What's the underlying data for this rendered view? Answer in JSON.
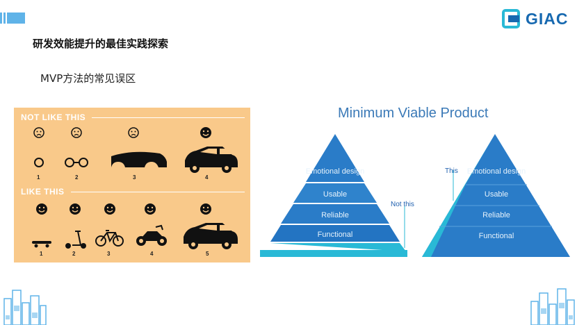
{
  "header": {
    "logo_text": "GIAC",
    "page_title": "研发效能提升的最佳实践探索",
    "subtitle": "MVP方法的常见误区"
  },
  "left_figure": {
    "not_like_this_label": "NOT LIKE THIS",
    "like_this_label": "LIKE THIS",
    "not_like_this_numbers": [
      "1",
      "2",
      "3",
      "4"
    ],
    "like_this_numbers": [
      "1",
      "2",
      "3",
      "4",
      "5"
    ],
    "colors": {
      "background": "#f9c98a",
      "icons": "#111111"
    }
  },
  "right_figure": {
    "title": "Minimum Viable Product",
    "left_pyramid_layers": [
      "Emotional design",
      "Usable",
      "Reliable",
      "Functional"
    ],
    "right_pyramid_layers": [
      "Emotional design",
      "Usable",
      "Reliable",
      "Functional"
    ],
    "not_this_label": "Not this",
    "this_label": "This",
    "colors": {
      "dark_blue": "#1e5fae",
      "mid_blue": "#2a7cc8",
      "cyan": "#29b9d6"
    }
  }
}
